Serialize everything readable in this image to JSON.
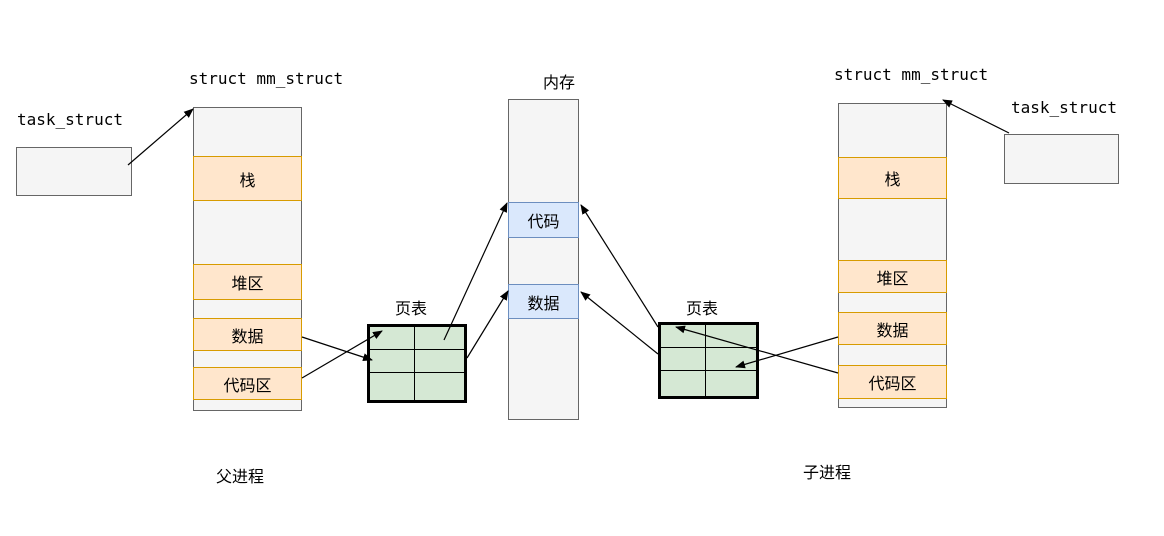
{
  "labels": {
    "task_struct": "task_struct",
    "mm_struct": "struct mm_struct",
    "memory": "内存",
    "page_table": "页表",
    "parent_process": "父进程",
    "child_process": "子进程"
  },
  "segments": {
    "stack": "栈",
    "heap": "堆区",
    "data": "数据",
    "code_area": "代码区"
  },
  "memory_segments": {
    "code": "代码",
    "data": "数据"
  }
}
